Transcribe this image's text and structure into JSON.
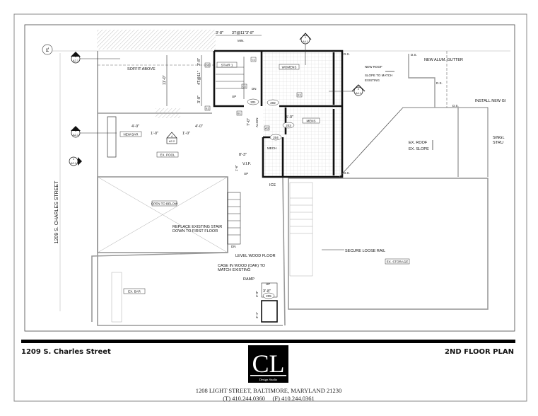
{
  "title_block": {
    "project": "1209 S. Charles Street",
    "sheet_title": "2ND FLOOR PLAN",
    "logo_letters": "CL",
    "logo_sub": "Design Studio",
    "address": "1208 LIGHT STREET, BALTIMORE, MARYLAND 21230",
    "phone": "(T) 410.244.0360     (F) 410.244.0361"
  },
  "plan": {
    "street": "1209 S. CHARLES STREET",
    "property_line": "PL",
    "notes": {
      "soffit": "SOFFIT ABOVE",
      "new_roof": "NEW ROOF",
      "slope1": "SLOPE TO MATCH",
      "slope2": "EXISTING",
      "gutter": "NEW ALUM. GUTTER",
      "install": "INSTALL NEW GI",
      "singl1": "SINGL",
      "singl2": "STRU",
      "ex_roof": "EX. ROOF",
      "ex_slope": "EX. SLOPE",
      "replace1": "REPLACE EXISTING STAIR",
      "replace2": "DOWN TO FIRST FLOOR",
      "level": "LEVEL WOOD FLOOR",
      "case1": "CASE IN WOOD (OAK) TO",
      "case2": "MATCH EXISTING",
      "rail": "SECURE LOOSE RAIL",
      "ramp": "RAMP",
      "ice": "ICE",
      "align": "ALIGN",
      "vif": "V.I.F.",
      "min": "MIN.",
      "ds": "D.S.",
      "up": "UP",
      "dn": "DN"
    },
    "rooms": {
      "stair": "STAIR 1",
      "womens": "WOMENS",
      "mens": "MENS",
      "mech": "MECH",
      "new_bar": "NEW BAR",
      "ex_pool": "EX. POOL",
      "open_below": "OPEN TO BELOW",
      "ex_bar": "EX. BAR",
      "ex_storage": "EX. STORAGE"
    },
    "room_numbers": [
      "201",
      "202",
      "203",
      "204",
      "205"
    ],
    "dimensions": {
      "top1": "3'-8\"",
      "top2": "3T@11\"",
      "top3": "3'-8\"",
      "eleven": "11'-0\"",
      "v1": "3'-8\"",
      "v2": "4T@11\"",
      "v3": "3'-8\"",
      "four_a": "4'-0\"",
      "four_b": "4'-0\"",
      "one_a": "1'-0\"",
      "one_b": "1'-0\"",
      "seven": "7'-0\"",
      "five": "5'-0\"",
      "eight": "8'-3\"",
      "one_six": "1'-6\"",
      "ramp_w": "3'-8\"",
      "ramp_h1": "3'-9\"",
      "ramp_h2": "3'-1\""
    },
    "section_markers": [
      {
        "num": "6",
        "sheet": "A2.1"
      },
      {
        "num": "4",
        "sheet": "A2.1"
      },
      {
        "num": "1",
        "sheet": "A2.1"
      },
      {
        "num": "1",
        "sheet": "A4.1"
      },
      {
        "num": "2",
        "sheet": "A4.1"
      },
      {
        "num": "4",
        "sheet": "A2.2"
      }
    ],
    "tags": [
      "C1",
      "C2",
      "D2",
      "E1",
      "E2",
      "A3",
      "B1"
    ]
  }
}
